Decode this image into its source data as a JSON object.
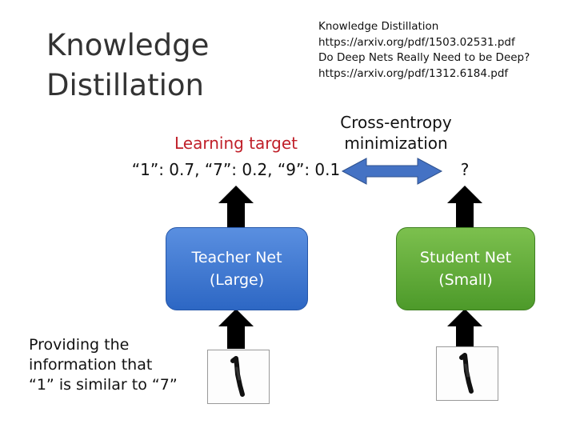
{
  "title": {
    "line1": "Knowledge",
    "line2": "Distillation"
  },
  "references": [
    "Knowledge Distillation",
    "https://arxiv.org/pdf/1503.02531.pdf",
    "Do Deep Nets Really Need to be Deep?",
    "https://arxiv.org/pdf/1312.6184.pdf"
  ],
  "cross_entropy": {
    "line1": "Cross-entropy",
    "line2": "minimization"
  },
  "learning_target": {
    "label": "Learning target",
    "values": "“1”: 0.7, “7”: 0.2, “9”: 0.1"
  },
  "student_output": "?",
  "teacher": {
    "line1": "Teacher Net",
    "line2": "(Large)",
    "color": "#3a75d4"
  },
  "student": {
    "line1": "Student Net",
    "line2": "(Small)",
    "color": "#5fae3a"
  },
  "providing": {
    "line1": "Providing the",
    "line2": "information that",
    "line3": "“1” is similar to “7”"
  },
  "colors": {
    "learning_target": "#c0202a",
    "arrow": "#4472c4",
    "up_arrow": "#000000"
  },
  "input_image": "handwritten-digit-one"
}
